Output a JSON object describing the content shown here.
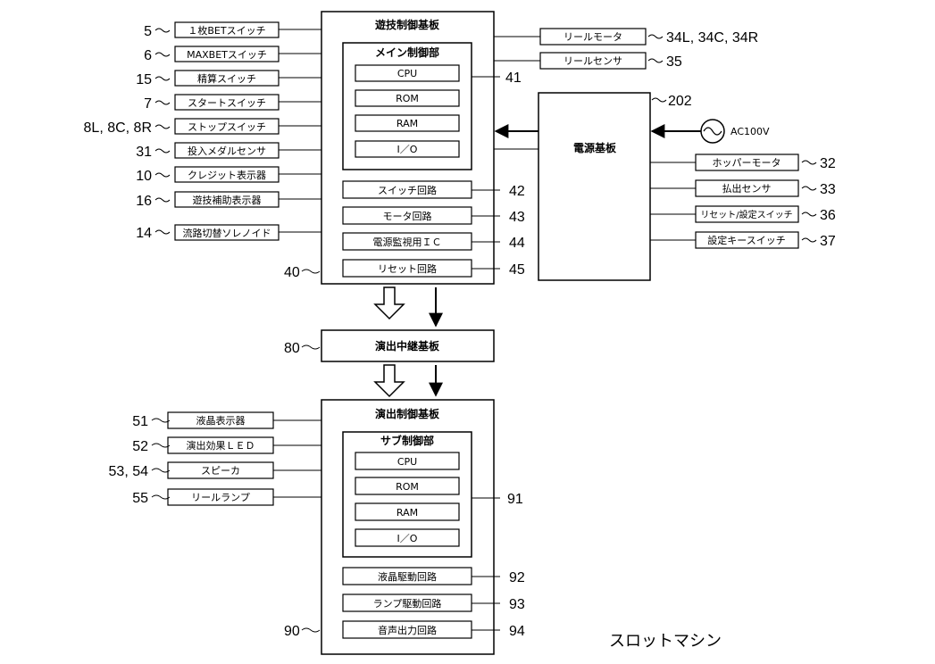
{
  "caption": "スロットマシン",
  "game_board": {
    "title": "遊技制御基板",
    "ref": "40",
    "main_control": {
      "title": "メイン制御部",
      "ref": "41",
      "chips": [
        "CPU",
        "ROM",
        "RAM",
        "I／O"
      ]
    },
    "circuits": [
      {
        "label": "スイッチ回路",
        "ref": "42"
      },
      {
        "label": "モータ回路",
        "ref": "43"
      },
      {
        "label": "電源監視用ＩＣ",
        "ref": "44"
      },
      {
        "label": "リセット回路",
        "ref": "45"
      }
    ]
  },
  "left_inputs": [
    {
      "ref": "5",
      "label": "１枚BETスイッチ"
    },
    {
      "ref": "6",
      "label": "MAXBETスイッチ"
    },
    {
      "ref": "15",
      "label": "精算スイッチ"
    },
    {
      "ref": "7",
      "label": "スタートスイッチ"
    },
    {
      "ref": "8L, 8C, 8R",
      "label": "ストップスイッチ"
    },
    {
      "ref": "31",
      "label": "投入メダルセンサ"
    },
    {
      "ref": "10",
      "label": "クレジット表示器"
    },
    {
      "ref": "16",
      "label": "遊技補助表示器"
    },
    {
      "ref": "14",
      "label": "流路切替ソレノイド"
    }
  ],
  "right_top": [
    {
      "label": "リールモータ",
      "ref": "34L, 34C, 34R"
    },
    {
      "label": "リールセンサ",
      "ref": "35"
    }
  ],
  "power_board": {
    "title": "電源基板",
    "ref": "202",
    "ac_label": "AC100V",
    "devices": [
      {
        "label": "ホッパーモータ",
        "ref": "32"
      },
      {
        "label": "払出センサ",
        "ref": "33"
      },
      {
        "label": "リセット/設定スイッチ",
        "ref": "36"
      },
      {
        "label": "設定キースイッチ",
        "ref": "37"
      }
    ]
  },
  "relay_board": {
    "title": "演出中継基板",
    "ref": "80"
  },
  "effect_board": {
    "title": "演出制御基板",
    "ref": "90",
    "sub_control": {
      "title": "サブ制御部",
      "ref": "91",
      "chips": [
        "CPU",
        "ROM",
        "RAM",
        "I／O"
      ]
    },
    "circuits": [
      {
        "label": "液晶駆動回路",
        "ref": "92"
      },
      {
        "label": "ランプ駆動回路",
        "ref": "93"
      },
      {
        "label": "音声出力回路",
        "ref": "94"
      }
    ]
  },
  "effect_devices": [
    {
      "ref": "51",
      "label": "液晶表示器"
    },
    {
      "ref": "52",
      "label": "演出効果ＬＥＤ"
    },
    {
      "ref": "53, 54",
      "label": "スピーカ"
    },
    {
      "ref": "55",
      "label": "リールランプ"
    }
  ]
}
